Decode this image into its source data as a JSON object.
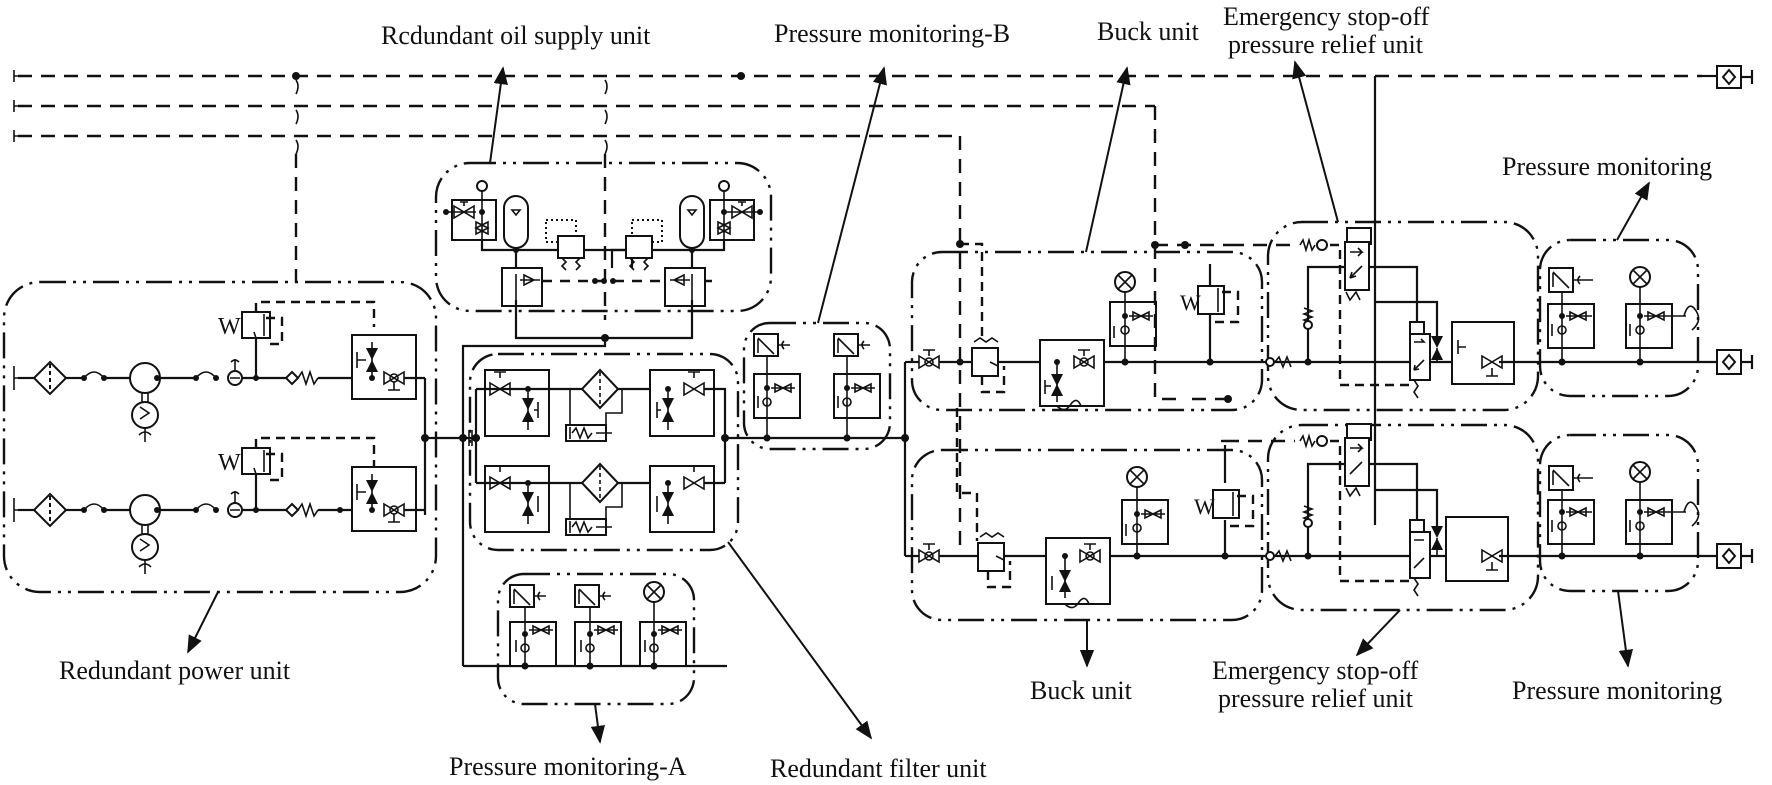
{
  "figure": {
    "title": "Redundant hydraulic system schematic",
    "labels": {
      "redundant_oil_supply_unit": "Rcdundant oil supply unit",
      "pressure_monitoring_b": "Pressure monitoring-B",
      "buck_unit_top": "Buck unit",
      "emergency_top_line1": "Emergency stop-off",
      "emergency_top_line2": "pressure relief unit",
      "pressure_monitoring_top": "Pressure monitoring",
      "redundant_power_unit": "Redundant power unit",
      "pressure_monitoring_a": "Pressure monitoring-A",
      "redundant_filter_unit": "Redundant filter unit",
      "buck_unit_bottom": "Buck unit",
      "emergency_bottom_line1": "Emergency stop-off",
      "emergency_bottom_line2": "pressure relief unit",
      "pressure_monitoring_bottom": "Pressure monitoring"
    },
    "component_marks": {
      "relief_valve_marker": "W"
    },
    "units": [
      "Redundant power unit",
      "Rcdundant oil supply unit",
      "Redundant filter unit",
      "Pressure monitoring-A",
      "Pressure monitoring-B",
      "Buck unit",
      "Emergency stop-off pressure relief unit",
      "Pressure monitoring"
    ]
  }
}
